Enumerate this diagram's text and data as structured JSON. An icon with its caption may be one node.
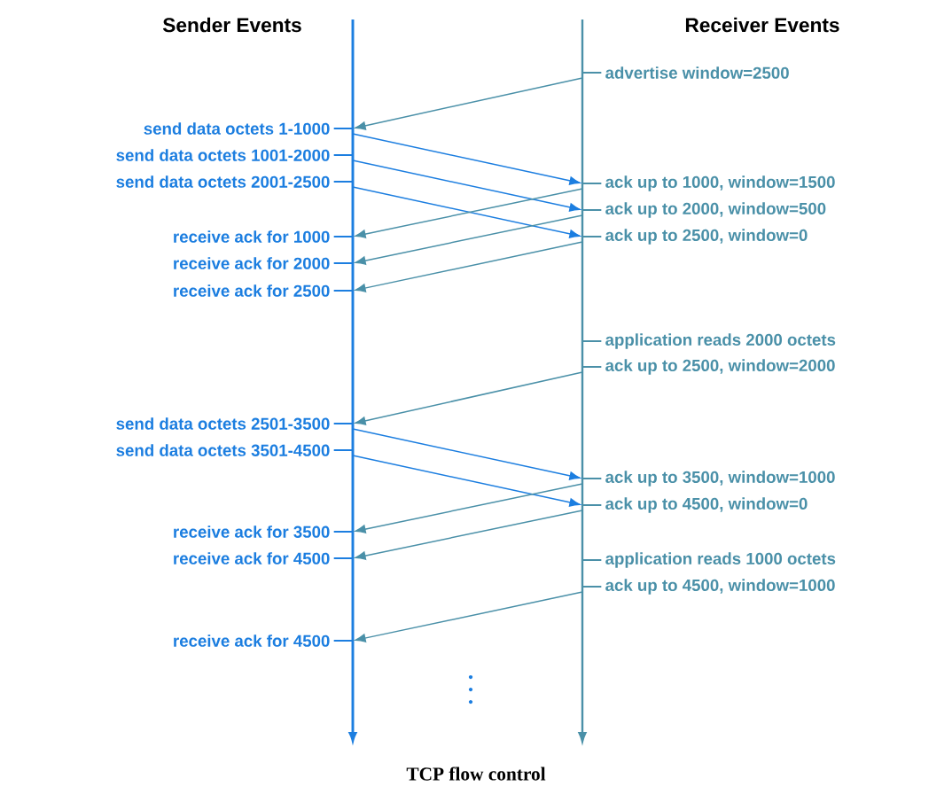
{
  "diagram": {
    "caption": "TCP flow control",
    "nodes": [
      {
        "text": [
          "advertise window=2500"
        ]
      },
      {
        "text": [
          "send data octets 1-1000"
        ]
      },
      {
        "text": [
          "send data octets 1001-2000"
        ]
      },
      {
        "text": [
          "send data octets 2001-2500"
        ]
      },
      {
        "text": [
          "ack up to 1000, window=1500"
        ]
      },
      {
        "text": [
          "ack up to 2000, window=500"
        ]
      },
      {
        "text": [
          "ack up to 2500, window=0"
        ]
      },
      {
        "text": [
          "receive ack for 1000"
        ]
      },
      {
        "text": [
          "receive ack for 2000"
        ]
      },
      {
        "text": [
          "receive ack for 2500"
        ]
      },
      {
        "text": [
          "application reads 2000 octets"
        ]
      },
      {
        "text": [
          "ack up to 2500, window=2000"
        ]
      },
      {
        "text": [
          "send data octets 2501-3500"
        ]
      },
      {
        "text": [
          "send data octets 3501-4500"
        ]
      },
      {
        "text": [
          "ack up to 3500, window=1000"
        ]
      },
      {
        "text": [
          "ack up to 4500, window=0"
        ]
      },
      {
        "text": [
          "receive ack for 3500"
        ]
      },
      {
        "text": [
          "receive ack for 4500"
        ]
      },
      {
        "text": [
          "application reads 1000 octets"
        ]
      },
      {
        "text": [
          "ack up to 4500, window=1000"
        ]
      },
      {
        "text": [
          "receive ack for 4500"
        ]
      }
    ],
    "edges": [
      {
        "from": 0,
        "to": 1,
        "arrow": "to"
      },
      {
        "from": 1,
        "to": 4,
        "arrow": "to",
        "color": "#1c7ee0"
      },
      {
        "from": 2,
        "to": 5,
        "arrow": "to",
        "color": "#1c7ee0"
      },
      {
        "from": 3,
        "to": 6,
        "arrow": "to",
        "color": "#1c7ee0"
      },
      {
        "from": 4,
        "to": 7,
        "arrow": "to"
      },
      {
        "from": 5,
        "to": 8,
        "arrow": "to"
      },
      {
        "from": 6,
        "to": 9,
        "arrow": "to"
      },
      {
        "from": 11,
        "to": 12,
        "arrow": "to"
      },
      {
        "from": 12,
        "to": 14,
        "arrow": "to",
        "color": "#1c7ee0"
      },
      {
        "from": 13,
        "to": 15,
        "arrow": "to",
        "color": "#1c7ee0"
      },
      {
        "from": 14,
        "to": 16,
        "arrow": "to"
      },
      {
        "from": 15,
        "to": 17,
        "arrow": "to"
      },
      {
        "from": 19,
        "to": 20,
        "arrow": "to"
      }
    ],
    "labels": [
      "Sender Events",
      "Receiver Events"
    ]
  }
}
